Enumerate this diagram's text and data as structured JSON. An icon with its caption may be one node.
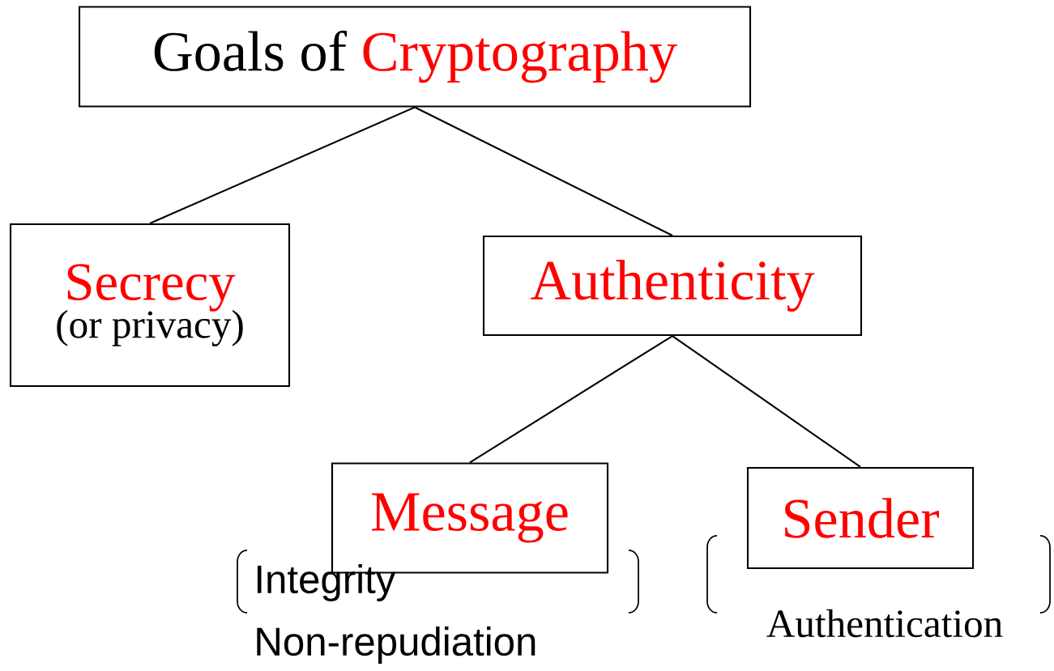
{
  "diagram": {
    "nodes": [
      {
        "text": [
          "Goals of",
          "Cryptography"
        ]
      },
      {
        "text": [
          "Secrecy",
          "(or privacy)"
        ]
      },
      {
        "text": [
          "Authenticity"
        ]
      },
      {
        "text": [
          "Message"
        ],
        "beside": [
          "Integrity",
          "Non-repudiation"
        ]
      },
      {
        "text": [
          "Sender"
        ],
        "beside": [
          "Authentication"
        ]
      }
    ],
    "edges": [
      {
        "from": 0,
        "to": 1,
        "arrow": "none"
      },
      {
        "from": 0,
        "to": 2,
        "arrow": "none"
      },
      {
        "from": 2,
        "to": 3,
        "arrow": "none"
      },
      {
        "from": 2,
        "to": 4,
        "arrow": "none"
      }
    ]
  }
}
